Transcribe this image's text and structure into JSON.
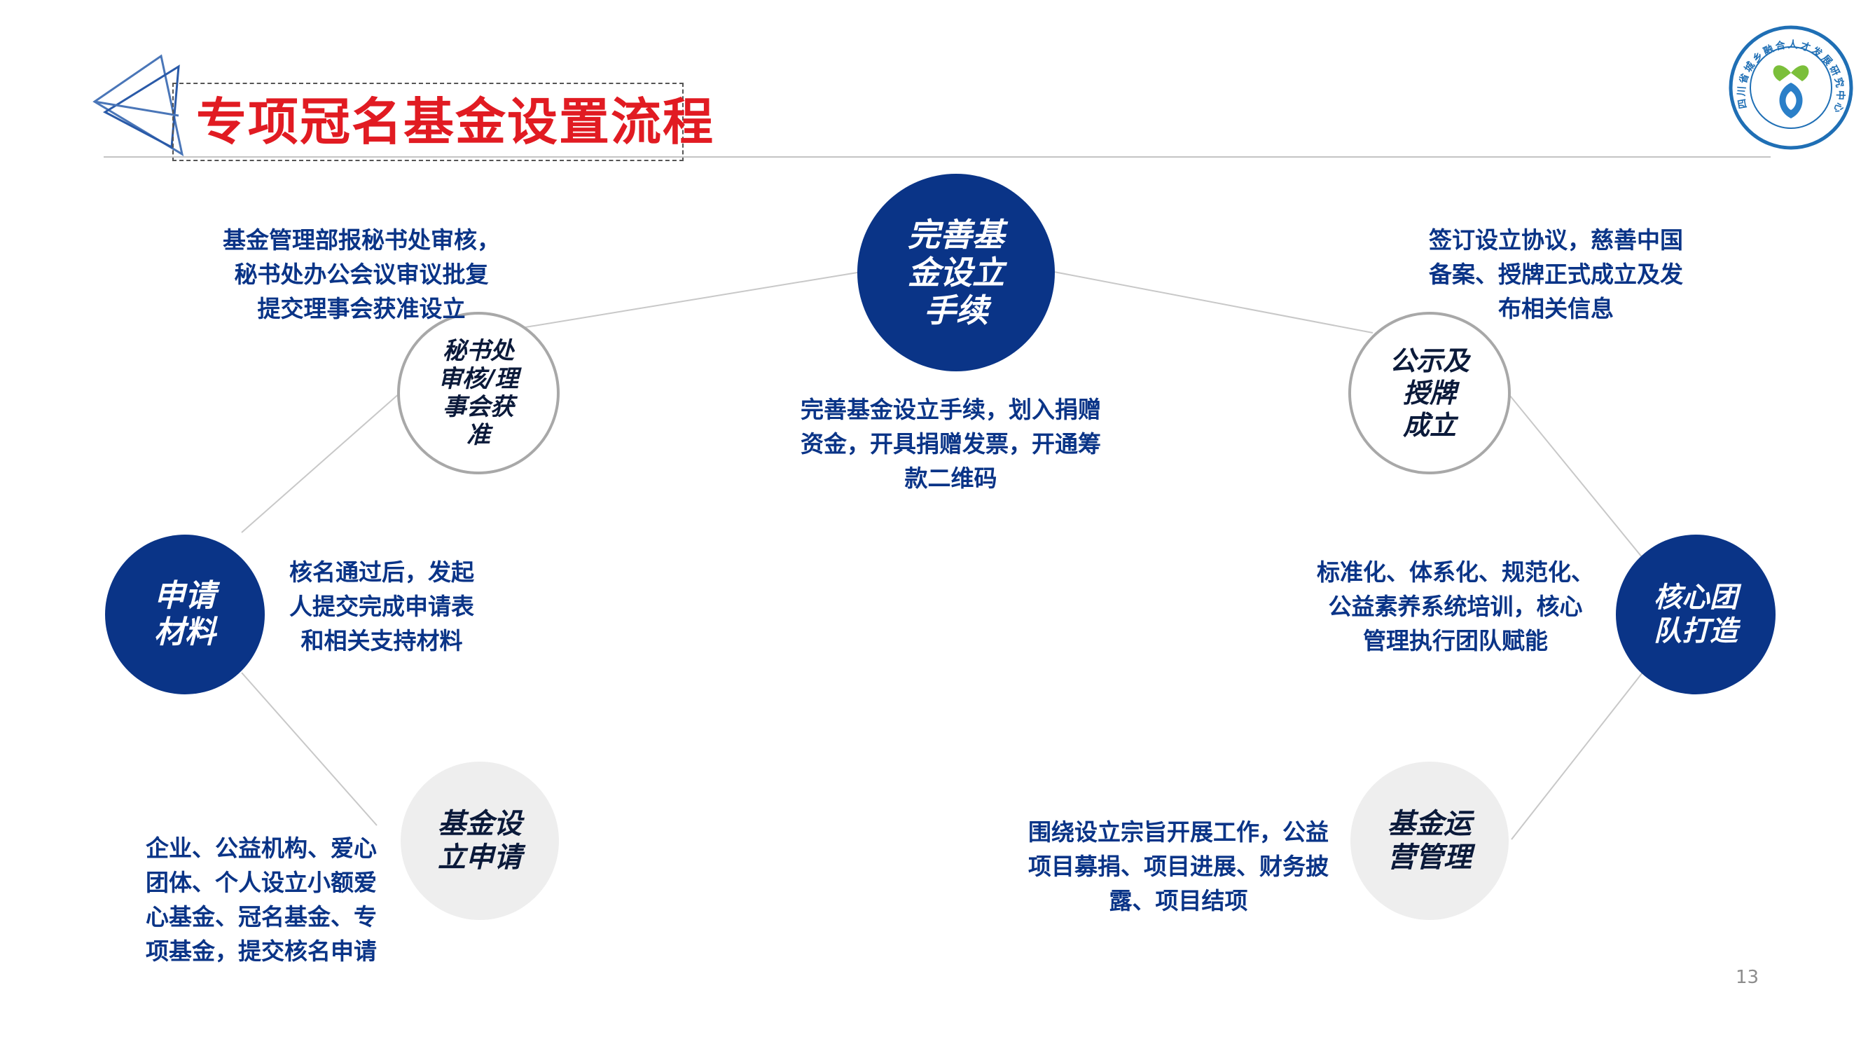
{
  "title": "专项冠名基金设置流程",
  "page_number": "13",
  "logo": {
    "text": "四川省城乡融合人才发展研究中心",
    "colors": {
      "ring": "#1f6fb5",
      "leaf": "#7bbf3a",
      "drop": "#2a7fc8"
    }
  },
  "colors": {
    "primary": "#0a3487",
    "title": "#e11b22",
    "ring_border": "#a8a8a8",
    "grey_fill": "#eeeeee",
    "line": "#c8c8c8"
  },
  "nodes": {
    "apply_fund": {
      "label": [
        "基金设",
        "立申请"
      ]
    },
    "apply_material": {
      "label": [
        "申请",
        "材料"
      ]
    },
    "review": {
      "label": [
        "秘书处",
        "审核/理",
        "事会获",
        "准"
      ]
    },
    "complete": {
      "label": [
        "完善基",
        "金设立",
        "手续"
      ]
    },
    "publicize": {
      "label": [
        "公示及",
        "授牌",
        "成立"
      ]
    },
    "team": {
      "label": [
        "核心团",
        "队打造"
      ]
    },
    "operate": {
      "label": [
        "基金运",
        "营管理"
      ]
    }
  },
  "descriptions": {
    "apply_fund": [
      "企业、公益机构、爱心",
      "团体、个人设立小额爱",
      "心基金、冠名基金、专",
      "项基金，提交核名申请"
    ],
    "apply_material": [
      "核名通过后，发起",
      "人提交完成申请表",
      "和相关支持材料"
    ],
    "review": [
      "基金管理部报秘书处审核，",
      "秘书处办公会议审议批复",
      "提交理事会获准设立"
    ],
    "complete": [
      "完善基金设立手续，划入捐赠",
      "资金，开具捐赠发票，开通筹",
      "款二维码"
    ],
    "publicize": [
      "签订设立协议，慈善中国",
      "备案、授牌正式成立及发",
      "布相关信息"
    ],
    "team": [
      "标准化、体系化、规范化、",
      "公益素养系统培训，核心",
      "管理执行团队赋能"
    ],
    "operate": [
      "围绕设立宗旨开展工作，公益",
      "项目募捐、项目进展、财务披",
      "露、项目结项"
    ]
  }
}
